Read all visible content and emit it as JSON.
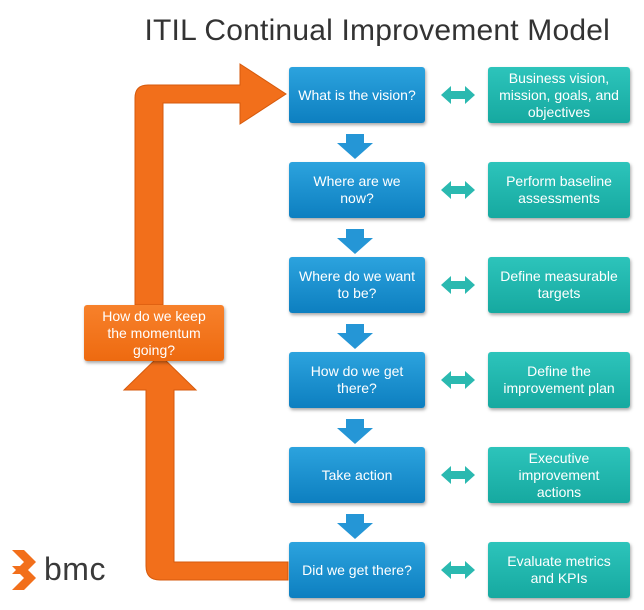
{
  "title": "ITIL Continual Improvement Model",
  "questions": [
    "What is the vision?",
    "Where are we now?",
    "Where do we want to be?",
    "How do we get there?",
    "Take action",
    "Did we get there?"
  ],
  "answers": [
    "Business vision, mission, goals, and objectives",
    "Perform baseline assessments",
    "Define measurable targets",
    "Define the improvement plan",
    "Executive improvement actions",
    "Evaluate metrics and KPIs"
  ],
  "momentum": "How do we keep the momentum going?",
  "logo": {
    "text": "bmc"
  },
  "colors": {
    "question": "#1a8fd1",
    "answer": "#20b5ad",
    "orange": "#f26f1b",
    "arrow": "#2596d6"
  }
}
